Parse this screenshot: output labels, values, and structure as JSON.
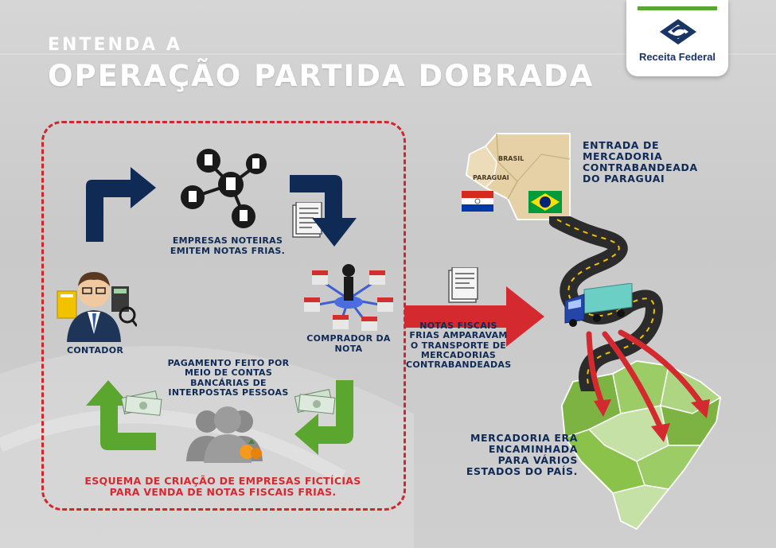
{
  "header": {
    "title_small": "ENTENDA A",
    "title_big": "OPERAÇÃO PARTIDA DOBRADA"
  },
  "logo": {
    "text": "Receita Federal",
    "icon": "receita-federal-logo-icon"
  },
  "scheme": {
    "empresas_label_1": "EMPRESAS NOTEIRAS",
    "empresas_label_2": "EMITEM NOTAS FRIAS.",
    "contador_label": "CONTADOR",
    "comprador_label_1": "COMPRADOR DA",
    "comprador_label_2": "NOTA",
    "pagamento_lines": [
      "PAGAMENTO FEITO POR",
      "MEIO DE CONTAS",
      "BANCÁRIAS DE",
      "INTERPOSTAS PESSOAS"
    ],
    "caption_1": "ESQUEMA DE CRIAÇÃO DE EMPRESAS FICTÍCIAS",
    "caption_2": "PARA VENDA DE NOTAS FISCAIS FRIAS."
  },
  "map": {
    "entrada_lines": [
      "ENTRADA DE",
      "MERCADORIA",
      "CONTRABANDEADA",
      "DO PARAGUAI"
    ],
    "brasil_label": "BRASIL",
    "paraguai_label": "PARAGUAI",
    "notas_lines": [
      "NOTAS FISCAIS",
      "FRIAS AMPARAVAM",
      "O TRANSPORTE DE",
      "MERCADORIAS",
      "CONTRABANDEADAS"
    ],
    "mercadoria_lines": [
      "MERCADORIA ERA",
      "ENCAMINHADA",
      "PARA VÁRIOS",
      "ESTADOS DO PAÍS."
    ]
  },
  "colors": {
    "navy": "#0f2a55",
    "green": "#5aa62e",
    "red": "#d42a2f",
    "white": "#ffffff"
  }
}
